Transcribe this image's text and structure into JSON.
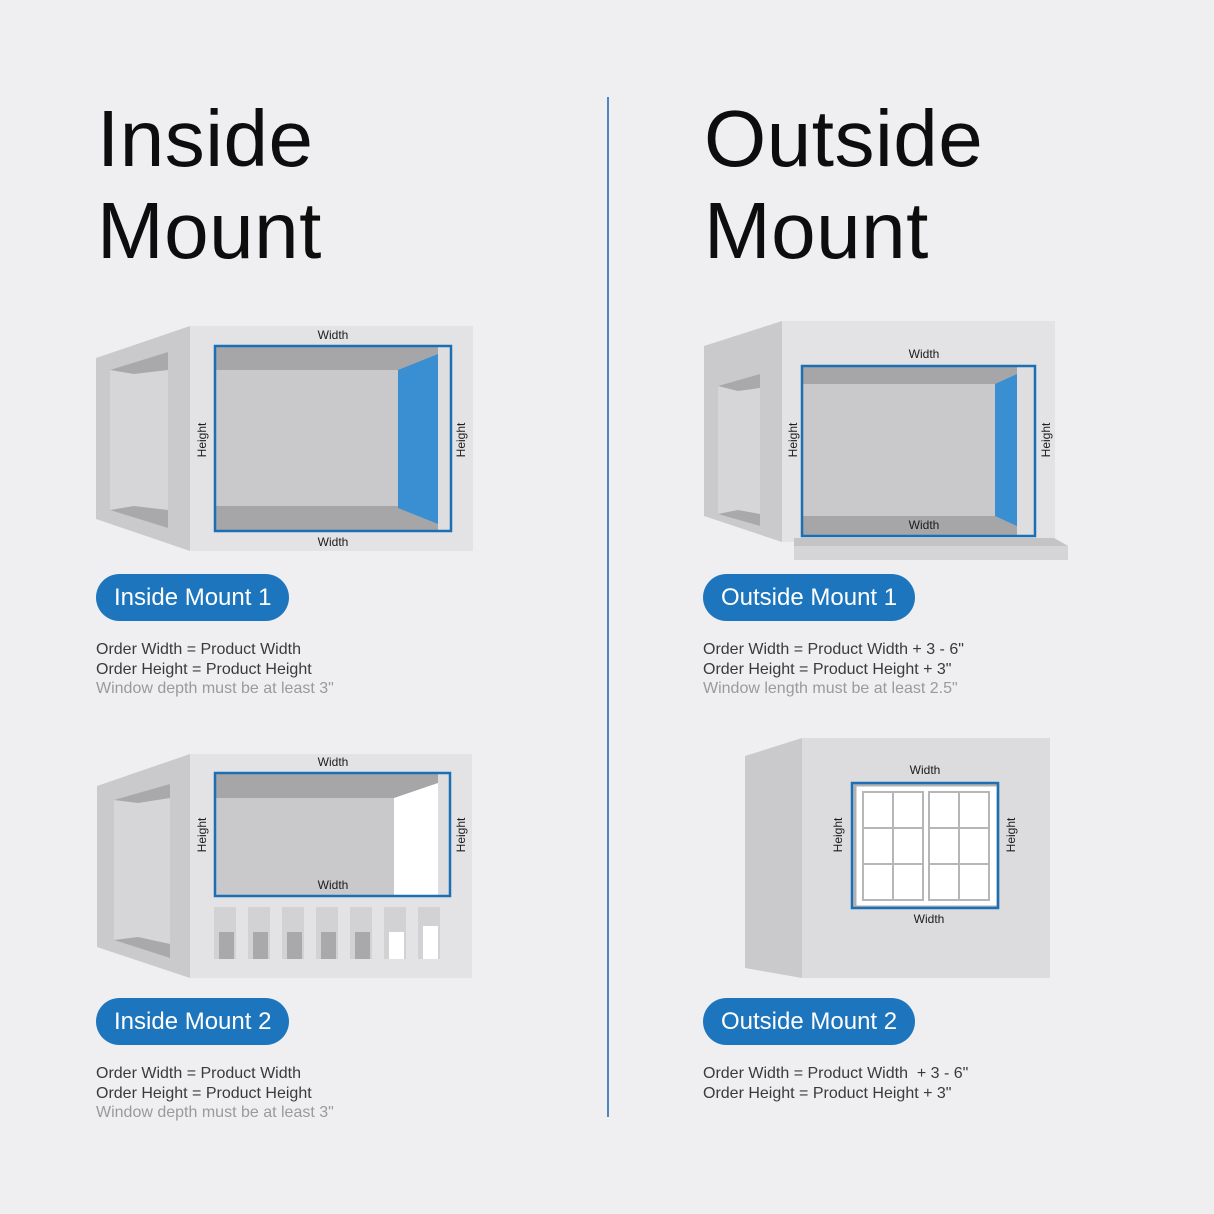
{
  "inside": {
    "title_line1": "Inside",
    "title_line2": "Mount",
    "mount1": {
      "label": "Inside Mount 1",
      "lines": [
        "Order Width = Product Width",
        "Order Height = Product Height"
      ],
      "note": "Window depth must be at least 3\""
    },
    "mount2": {
      "label": "Inside Mount 2",
      "lines": [
        "Order Width = Product Width",
        "Order Height = Product Height"
      ],
      "note": "Window depth must be at least 3\""
    }
  },
  "outside": {
    "title_line1": "Outside",
    "title_line2": "Mount",
    "mount1": {
      "label": "Outside Mount 1",
      "lines": [
        "Order Width = Product Width + 3 - 6\"",
        "Order Height = Product Height + 3\""
      ],
      "note": "Window length must be at least 2.5\""
    },
    "mount2": {
      "label": "Outside Mount 2",
      "lines": [
        "Order Width = Product Width  + 3 - 6\"",
        "Order Height = Product Height + 3\""
      ]
    }
  },
  "dims": {
    "width": "Width",
    "height": "Height"
  },
  "colors": {
    "accent": "#1d76bd",
    "divider": "#4b86c3",
    "shade": "#3a8fd2",
    "background": "#efeff1"
  }
}
